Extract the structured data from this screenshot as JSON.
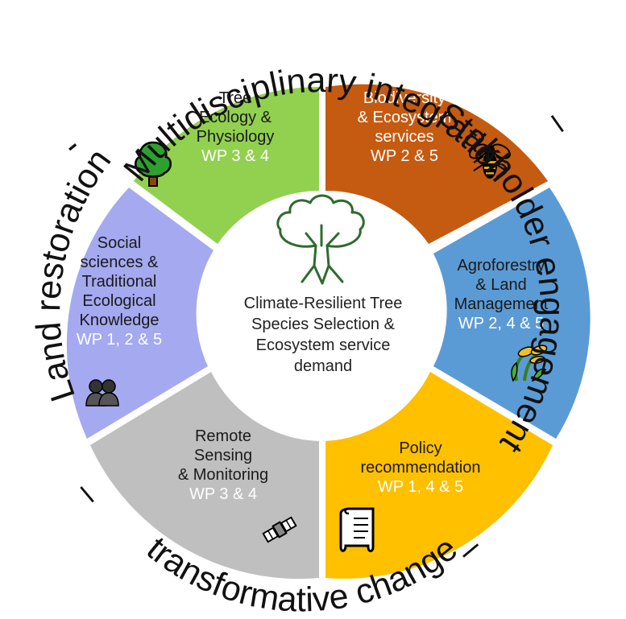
{
  "ring": {
    "top_label": "Multidisciplinary integration",
    "right_label": "Stakholder engagement",
    "bottom_label": "transformative change",
    "left_label": "Land restoration",
    "dash_upper_left": "-",
    "dash_upper_right": "–",
    "dash_lower_right": "–",
    "dash_lower_left": "–"
  },
  "center": {
    "lines": [
      "Climate-Resilient Tree",
      "Species Selection &",
      "Ecosystem service",
      "demand"
    ],
    "icon": "tree-icon"
  },
  "segments": [
    {
      "id": "tree-ecology",
      "lines": [
        "Tree",
        "Ecology &",
        "Physiology"
      ],
      "wp": "WP 3 & 4",
      "color": "#92d050",
      "icon": "tree-icon"
    },
    {
      "id": "biodiversity",
      "lines": [
        "Biodiversity",
        "& Ecosystem",
        "services"
      ],
      "wp": "WP 2 & 5",
      "color": "#c55a11",
      "icon": "bee-icon"
    },
    {
      "id": "agroforestry",
      "lines": [
        "Agroforestry",
        "& Land",
        "Management"
      ],
      "wp": "WP 2, 4 & 5",
      "color": "#5b9bd5",
      "icon": "crop-icon"
    },
    {
      "id": "policy",
      "lines": [
        "Policy",
        "recommendation"
      ],
      "wp": "WP 1, 4 & 5",
      "color": "#ffc000",
      "icon": "scroll-icon"
    },
    {
      "id": "remote-sensing",
      "lines": [
        "Remote",
        "Sensing",
        "& Monitoring"
      ],
      "wp": "WP 3 & 4",
      "color": "#bfbfbf",
      "icon": "satellite-icon"
    },
    {
      "id": "social-sciences",
      "lines": [
        "Social",
        "sciences &",
        "Traditional",
        "Ecological",
        "Knowledge"
      ],
      "wp": "WP 1, 2 & 5",
      "color": "#a4a9f0",
      "icon": "people-icon"
    }
  ]
}
